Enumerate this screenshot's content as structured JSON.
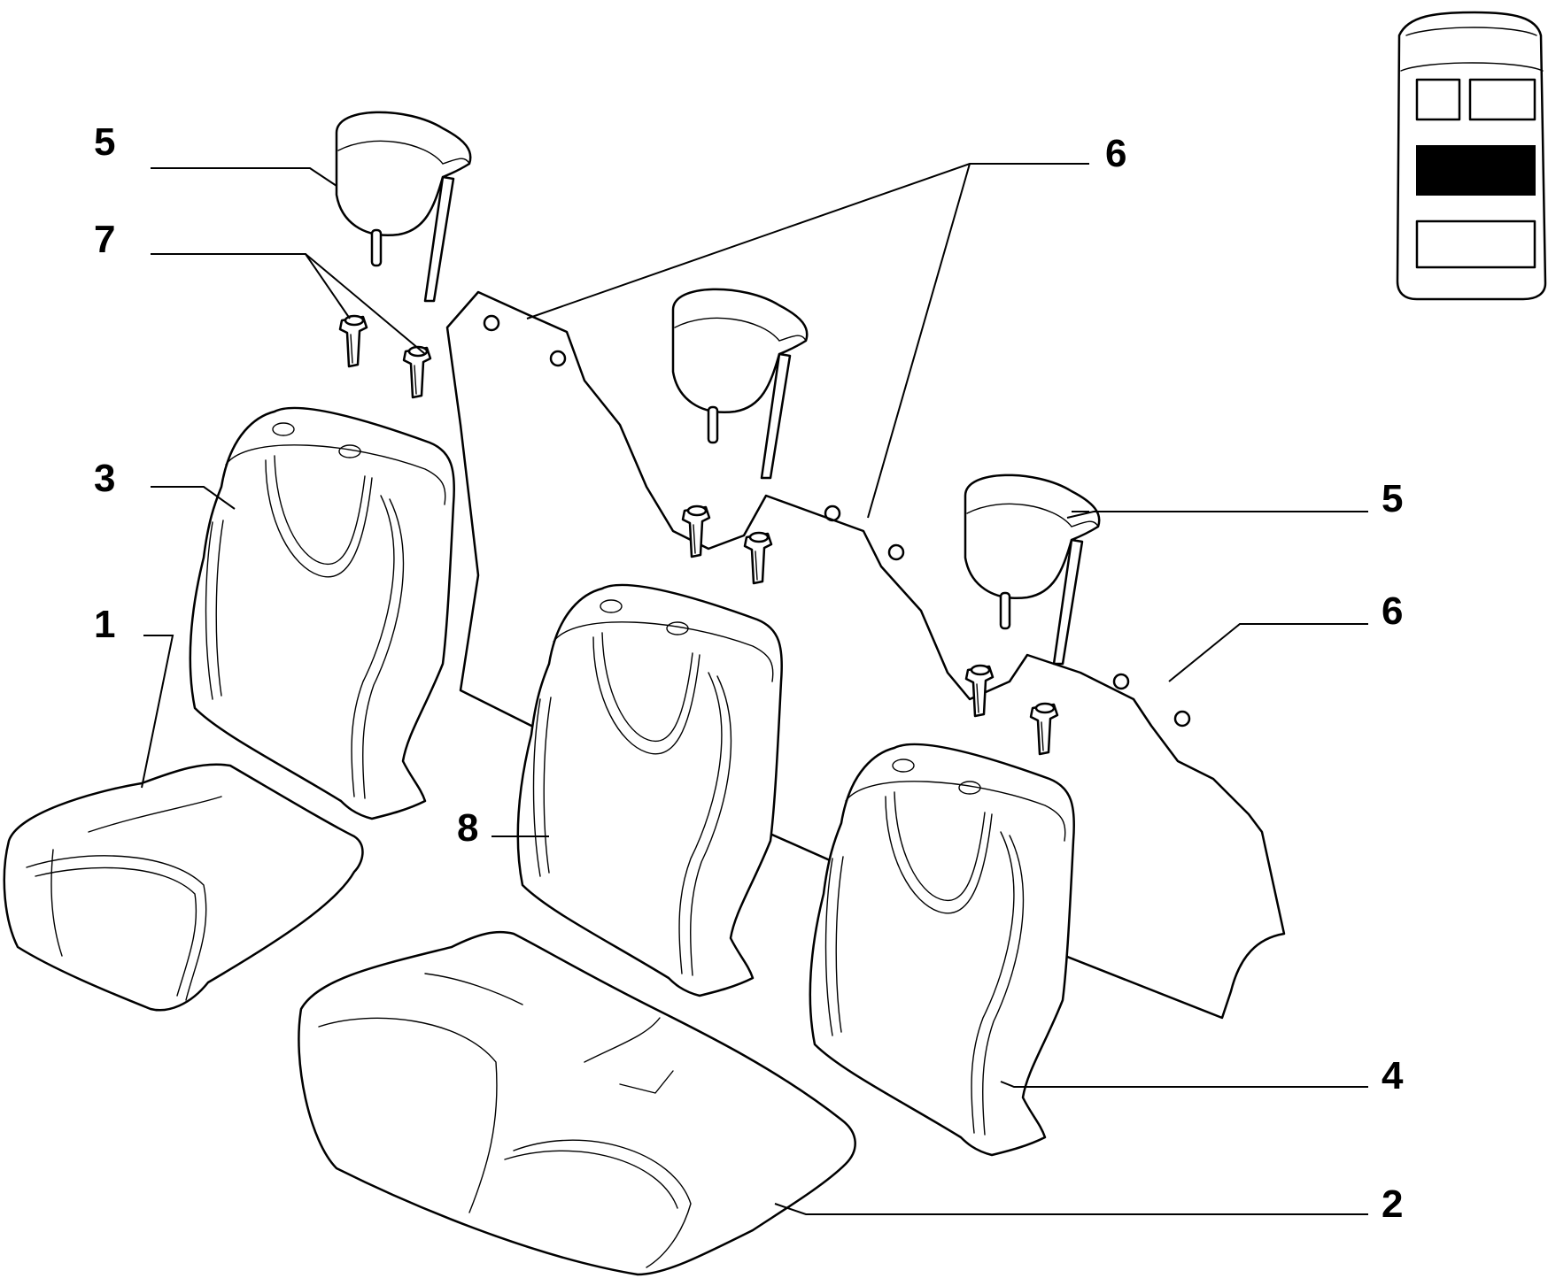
{
  "callouts": [
    {
      "id": "c5a",
      "text": "5"
    },
    {
      "id": "c7",
      "text": "7"
    },
    {
      "id": "c3",
      "text": "3"
    },
    {
      "id": "c1",
      "text": "1"
    },
    {
      "id": "c6a",
      "text": "6"
    },
    {
      "id": "c8",
      "text": "8"
    },
    {
      "id": "c5b",
      "text": "5"
    },
    {
      "id": "c6b",
      "text": "6"
    },
    {
      "id": "c4",
      "text": "4"
    },
    {
      "id": "c2",
      "text": "2"
    }
  ],
  "locator": {
    "highlighted_row": "rear"
  }
}
